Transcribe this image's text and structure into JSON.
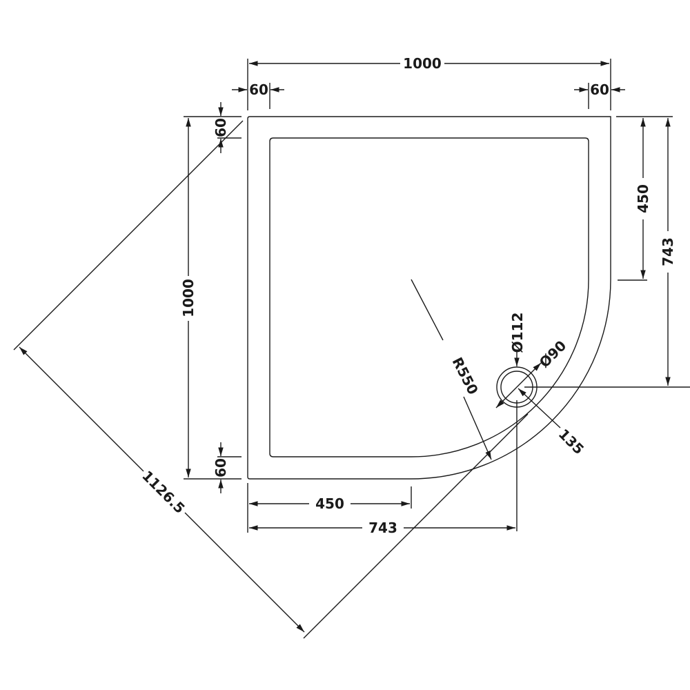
{
  "dimensions": {
    "overall_width": "1000",
    "flange_top_left": "60",
    "flange_top_right": "60",
    "overall_depth": "1000",
    "flange_left_top": "60",
    "flange_left_bottom": "60",
    "straight_right": "450",
    "waste_right": "743",
    "straight_bottom": "450",
    "waste_bottom": "743",
    "radius": "R550",
    "waste_outer_dia": "Ø112",
    "waste_inner_dia": "Ø90",
    "waste_offset": "135",
    "diagonal": "1126.5"
  },
  "colors": {
    "line": "#1a1a1a",
    "background": "#ffffff"
  }
}
